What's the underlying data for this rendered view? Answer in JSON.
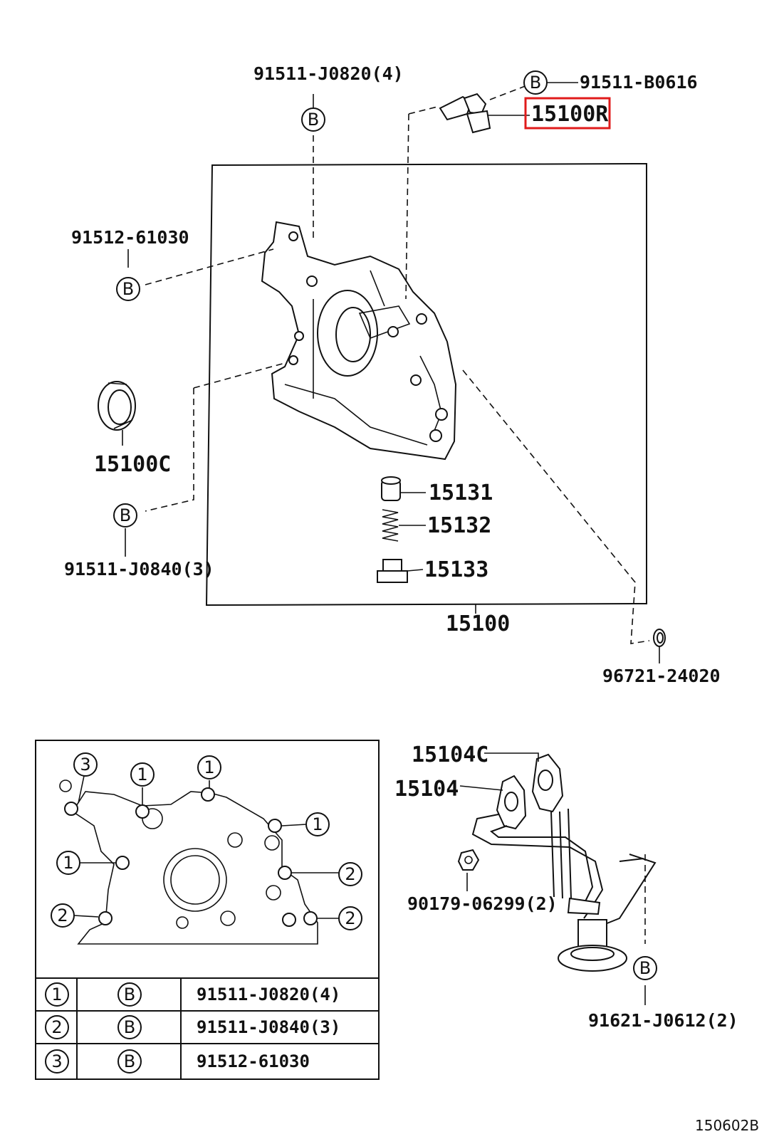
{
  "callout_symbol": "B",
  "labels": {
    "bolt_j0820": "91511-J0820(4)",
    "bolt_b0616": "91511-B0616",
    "sensor_15100r": "15100R",
    "bolt_61030": "91512-61030",
    "seal_15100c": "15100C",
    "bolt_j0840": "91511-J0840(3)",
    "valve_15131": "15131",
    "spring_15132": "15132",
    "plug_15133": "15133",
    "pump_15100": "15100",
    "gasket_96721": "96721-24020",
    "gasket_15104c": "15104C",
    "strainer_15104": "15104",
    "nut_90179": "90179-06299(2)",
    "bolt_91621": "91621-J0612(2)"
  },
  "highlight_color": "#e01b1b",
  "inset": {
    "markers": [
      "1",
      "2",
      "3"
    ],
    "table": [
      {
        "num": "1",
        "symbol": "B",
        "part": "91511-J0820(4)"
      },
      {
        "num": "2",
        "symbol": "B",
        "part": "91511-J0840(3)"
      },
      {
        "num": "3",
        "symbol": "B",
        "part": "91512-61030"
      }
    ]
  },
  "diagram_code": "150602B"
}
